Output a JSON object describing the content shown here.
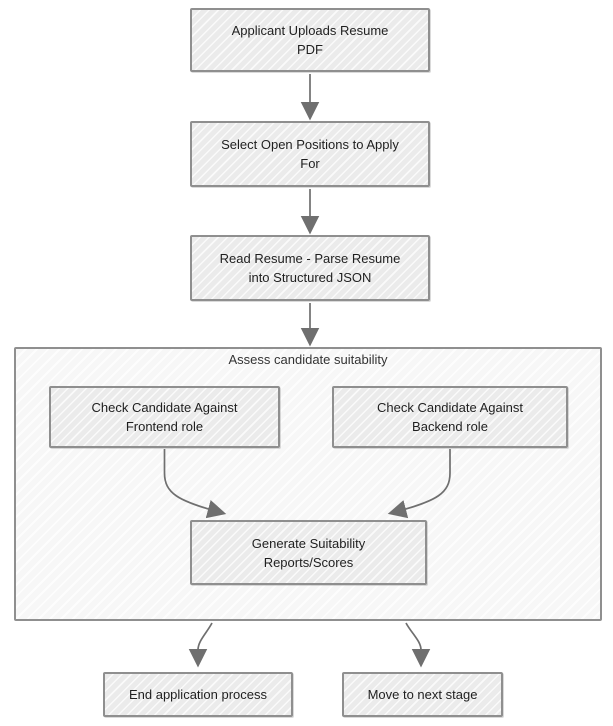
{
  "diagram": {
    "type": "flowchart",
    "direction": "top-down",
    "container": {
      "id": "assess_container",
      "title": "Assess candidate suitability"
    },
    "nodes": {
      "upload": {
        "label": "Applicant Uploads Resume\nPDF"
      },
      "select": {
        "label": "Select Open Positions to Apply\nFor"
      },
      "parse": {
        "label": "Read Resume - Parse Resume\ninto Structured JSON"
      },
      "frontend": {
        "label": "Check Candidate Against\nFrontend role"
      },
      "backend": {
        "label": "Check Candidate Against\nBackend role"
      },
      "generate": {
        "label": "Generate Suitability\nReports/Scores"
      },
      "end": {
        "label": "End application process"
      },
      "next": {
        "label": "Move to next stage"
      }
    },
    "edges": [
      {
        "from": "upload",
        "to": "select"
      },
      {
        "from": "select",
        "to": "parse"
      },
      {
        "from": "parse",
        "to": "assess_container"
      },
      {
        "from": "frontend",
        "to": "generate"
      },
      {
        "from": "backend",
        "to": "generate"
      },
      {
        "from": "assess_container",
        "to": "end"
      },
      {
        "from": "assess_container",
        "to": "next"
      }
    ],
    "colors": {
      "node_fill": "#ebebeb",
      "node_border": "#8f8f8f",
      "container_fill": "#f9f9f9",
      "arrow": "#6f6f6f",
      "text": "#1f1f1f"
    }
  }
}
